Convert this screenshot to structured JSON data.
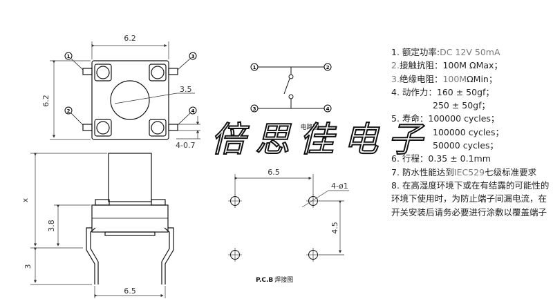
{
  "watermark": "倍思佳电子",
  "dims": {
    "top_width": "6.2",
    "top_height": "6.2",
    "actuator": "3.5",
    "lead": "4-0.7",
    "side_height": "x",
    "body_height": "3.8",
    "pin_length": "3",
    "base_width": "6.5",
    "pcb_width": "6.5",
    "pcb_height": "4.5",
    "hole": "4-ø1"
  },
  "pins": [
    "1",
    "2",
    "3",
    "4"
  ],
  "captions": {
    "circuit": "电路图",
    "pcb_bold": "P.C.B",
    "pcb_rest": "焊接图"
  },
  "specs": [
    {
      "prefix": "1. 额定功率:",
      "mid": "",
      "lightA": "DC 12V 50mA",
      "rest": ""
    },
    {
      "prefix": "",
      "lightA": "2.",
      "mid": "接触抗阻：100M ΩMax；",
      "rest": ""
    },
    {
      "prefix": "",
      "lightA": "3.",
      "mid": "绝缘电阻：",
      "lightB": "100M",
      "rest": "ΩMin；"
    },
    {
      "prefix": "4. 动作力：160 ± 50gf；",
      "rest": ""
    },
    {
      "prefix": "250 ± 50gf；",
      "rest": "",
      "indent": true
    },
    {
      "prefix": "5. 寿命：100000 cycles；",
      "rest": ""
    },
    {
      "prefix": "100000 cycles；",
      "rest": "",
      "indent": true
    },
    {
      "prefix": "50000 cycles；",
      "rest": "",
      "indent": true
    },
    {
      "prefix": "6. 行程：0.35 ± 0.1mm",
      "rest": ""
    },
    {
      "prefix": "7. 防水性能达到",
      "lightA": "IEC529",
      "rest": "七级标准要求",
      "wrap": true
    },
    {
      "prefix": "8. 在高湿度环境下或在有结露的可能性的环境下使用时，为防止端子间漏电流，在开关安装后请务必要进行涂敷以覆盖端子",
      "rest": "",
      "wrap": true
    }
  ]
}
